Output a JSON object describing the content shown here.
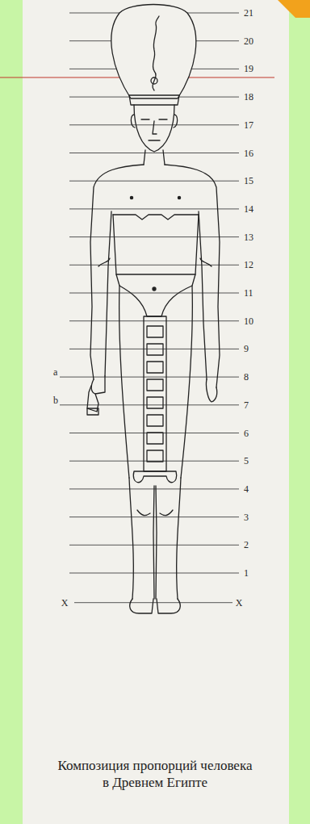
{
  "diagram": {
    "caption": "Композиция пропорций человека в Древнем Египте",
    "labels": [
      "21",
      "20",
      "19",
      "18",
      "17",
      "16",
      "15",
      "14",
      "13",
      "12",
      "11",
      "10",
      "9",
      "8",
      "7",
      "6",
      "5",
      "4",
      "3",
      "2",
      "1",
      "a",
      "b",
      "X",
      "X"
    ]
  }
}
